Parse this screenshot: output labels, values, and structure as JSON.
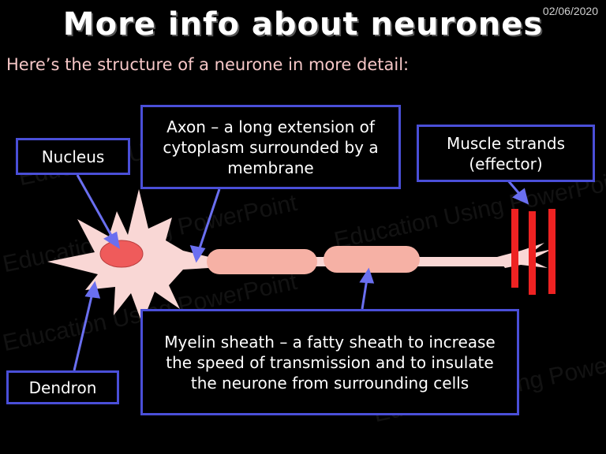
{
  "date": "02/06/2020",
  "title": "More info about neurones",
  "subtitle": "Here’s the structure of a neurone in more detail:",
  "labels": {
    "nucleus": "Nucleus",
    "axon": "Axon – a long extension of cytoplasm surrounded by a membrane",
    "muscle": "Muscle strands (effector)",
    "dendron": "Dendron",
    "myelin": "Myelin sheath – a fatty sheath to increase the speed of transmission and to insulate the neurone from surrounding cells"
  },
  "colors": {
    "cell_body": "#f9d7d5",
    "nucleus": "#ef5b5b",
    "myelin": "#f6b1a5",
    "muscle": "#ee2222",
    "box_border": "#4a4fd8",
    "arrow": "#6a6ff0"
  }
}
